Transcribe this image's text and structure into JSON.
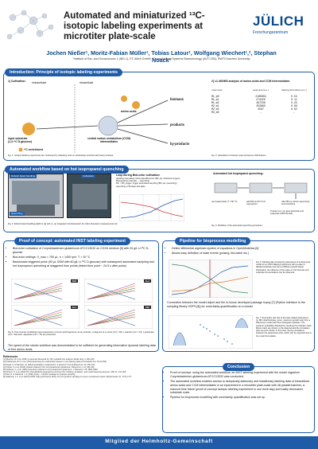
{
  "header": {
    "title": "Automated and miniaturized ¹³C-isotopic labeling experiments at microtiter plate-scale",
    "logo_word": "JÜLICH",
    "logo_sub": "Forschungszentrum",
    "authors": "Jochen Nießer¹, Moritz-Fabian Müller¹, Tobias Latour¹, Wolfgang Wiechert¹,², Stephan Noack¹",
    "affiliations": "¹Institute of Bio- and Geosciences 1 (IBG-1), FZ Jülich GmbH; ²Computational Systems Biotechnology (AVT.CSB), RWTH Aachen University"
  },
  "intro": {
    "title": "Introduction: Principle of isotopic labeling experiments",
    "cultivation": "1) Cultivation:",
    "extracellular": "extracellular",
    "intracellular": "intracellular",
    "input_substrate": "input substrate",
    "input_sub2": "(1,2-¹³C D-glucose)",
    "amino_acids": "amino acids",
    "central_carbon": "central carbon metabolism (CCM) intermediates",
    "biomass": "biomass",
    "products": "products",
    "byproducts": "by-products",
    "tracer": "¹³C enrichment",
    "fig1": "Fig. 1: Isotopic labeling experiments are conducted by cultivating cells on substrate(s) enriched with heavy isotopes.",
    "lcms": "2) LC-MS/MS analysis of amino acids and CCM intermediates",
    "col_mass": "mass trace",
    "col_peak": "peak area (a.u.)",
    "col_frac": "labeling abundance (a.u.)",
    "rows": [
      {
        "m": "M1_m0",
        "p": "2160904",
        "f": "0.54"
      },
      {
        "m": "M1_m1",
        "p": "274220",
        "f": "0.11"
      },
      {
        "m": "M1_m2",
        "p": "497238",
        "f": "0.25"
      },
      {
        "m": "M2_m1",
        "p": "250880",
        "f": "0.06"
      },
      {
        "m": "M2_m2",
        "p": "4567",
        "f": "0.02"
      },
      {
        "m": "M3_m0",
        "p": "…",
        "f": "…"
      }
    ],
    "fig2": "Fig. 2: Calculation of isotopic mass isotopomer distributions."
  },
  "workflow": {
    "title": "Automated workflow based on hot isopropanol quenching",
    "robotic": "Robotic liquid handling",
    "cultivation": "Cultivation",
    "quenching": "Quenching",
    "loop_title": "Loop during BioLector cultivation:",
    "loop_items": [
      "pipetting and plating online data BioLector (BS, pH, dissolved oxygen)",
      "Biomass/time intervals → quenching",
      "BS: > BS_trigger: trigger automated sampling (BS, pH, quenching)",
      "quenching in 96-deep-well plate"
    ],
    "fig3": "Fig. 3: Robotic liquid handling platform (a) with i.e. an integrated microbioreactor for online bioreactor measurements (b).",
    "hot_title": "Automated hot isopropanol quenching:",
    "prechill": "pre-heated plate (T = 80 °C)",
    "add_sample": "add 600 µL 80 % hot isopropanol",
    "add_cult": "Add 250 µL culture (quenching and extraction)",
    "transfer": "Transfer to 1 mL deep well plate and evaporate (SBS 96-well).",
    "fig4": "Fig. 4: Workflow of the automated quenching procedure."
  },
  "proof": {
    "title": "Proof of concept: automated INST labeling experiment",
    "bullets": [
      "BioLector cultivation of Corynebacterium glutamicum ATCC13032 on CGXII medium [5] with 20 g/L U-¹³C D-glucose",
      "BioLector settings: V_max = 750 µL, n = 1400 rpm, T = 30 °C",
      "Backlocator-triggered pulse (50 µL DDM with 60 g/L U-¹³C D-glucose) with subsequent automated sampling and hot isopropanol quenching at staggered time points (tested time point ~ 24.5 s after pulse)"
    ],
    "plot_labels": [
      "SER",
      "ALA",
      "GLU",
      "ASP"
    ],
    "fig5": "Fig. 5: Time courses of labeling mass isotopomers of amino acid fragments. As an example, a fragment of L-serine (m/z = 60), L-alanine (m/z = 44), L-glutamate (m/z = 84) and L-aspartate (m/z = 74) are presented.",
    "conclusion": "The speed of the robotic workflow was demonstrated to be sufficient for generating informative dynamic labeling data of free amino acids."
  },
  "pipeline": {
    "title": "Pipeline for bioprocess modelling",
    "bullets": [
      "Define differential algebraic system of equations in OpenModelica [6]",
      "Allows easy definition of state events (pulsing, fed-batch etc.)"
    ],
    "fig6": "Fig. 6: Pathway-like prototyping parameters of a bioprocess model for an INST labeling experiment with a pulse of labeled substrate (red line) at different growth phase. Particularly, the influence of the pulse on the biomass and substrate concentrations can be observed.",
    "bullet2": "Connection between the model object and the in-house developed package hopsy [7] (Python interface to the sampling library HOPS [8]) for uncertainty quantification on a cluster",
    "fig7": "Fig. 7: Exemplary pair plot of biomass related parameters (q_SB: initial biomass, µmax: maximum growth rate) from a bioprocess model with three biological replicates. The posterior probability distributions resulting from Markov chain Monte Carlo are shown on the diagonal and the correlation plots as point clouds. In this case, strong correlations between the parameters exist, which can be expected due to the model formulation."
  },
  "references": {
    "title": "References",
    "items": [
      "[1] Wiechert, W. et al. (2001) A universal framework for 13C metabolic flux analysis. Metab. Eng. 3, 265–283.",
      "[2] Hollinshead, W. D. et al. (2019) Examining the relationship between in vitro labeling data and metabolic flux. PLoS ONE.",
      "[3] Noack, S. & Wiechert, W. (2014) Quantitative metabolomics: a phantom? Trends Biotechnol. 32, 238–244.",
      "[4] Unthan, S. et al. (2015) Chassis organism from Corynebacterium glutamicum. Biotechnol. J. 10, 290–301.",
      "[5] Keilhauer, C. et al. (1993) Isoleucine synthesis in Corynebacterium glutamicum. J. Bacteriol. 175, 5595–5603.",
      "[6] Fritzson, P. et al. (2020) The OpenModelica integrated environment for modeling, simulation, and model-based development. MIC 41, 241–295.",
      "[7] Paul, R. & Jadebeck, J. F. (2021) hopsy – a Python package for polytope sampling.",
      "[8] Jadebeck, J. F. et al. (2021) HOPS: high-performance library for (non-)uniform sampling of convex-constrained models. Bioinformatics 37, 1776–1777."
    ]
  },
  "conclusion": {
    "title": "Conclusion",
    "bullets": [
      "Proof of concept: using the automated workflow, an INST labeling experiment with the model organism Corynebacterium glutamicum ATCC13032 was conducted.",
      "The automated workflow enables access to isotopically stationary and instationary labeling data of intracellular amino acids and CCM intermediates in an experiment in a microtiter plate-scale with 48 parallel batches, a reduced time frame (proof of concept isotopic labeling experiment in one work day) and easily decreased substrate costs.",
      "Pipeline for bioprocess modelling with uncertainty quantification was set up."
    ]
  },
  "footer": "Mitglied der Helmholtz-Gemeinschaft",
  "colors": {
    "primary": "#1f5ba6",
    "accent": "#0a4a8a"
  }
}
